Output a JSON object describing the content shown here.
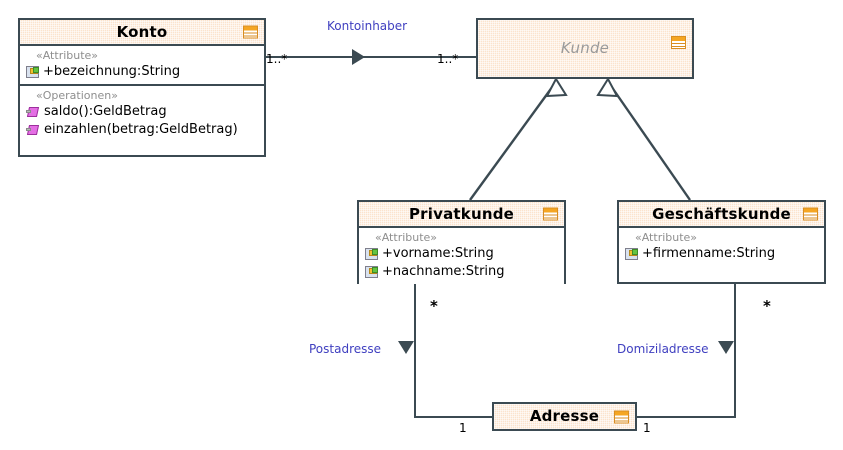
{
  "diagram": {
    "type": "uml-class-diagram",
    "language": "de",
    "title": "Konto / Kunde UML Klassendiagramm",
    "colors": {
      "class_header_fill": "#fbe3cd",
      "class_border": "#3b4a52",
      "class_body_fill": "#ffffff",
      "association_label": "#4040c0",
      "abstract_title": "#9a9a9a",
      "stereotype_text": "#8e8e8e",
      "background": "#ffffff"
    }
  },
  "classes": [
    {
      "id": "konto",
      "name": "Konto",
      "abstract": false,
      "icon": "class-table-icon",
      "sections": [
        {
          "stereotype": "«Attribute»",
          "members": [
            {
              "icon": "attribute-icon",
              "text": "+bezeichnung:String"
            }
          ]
        },
        {
          "stereotype": "«Operationen»",
          "members": [
            {
              "icon": "operation-icon",
              "text": "saldo():GeldBetrag"
            },
            {
              "icon": "operation-icon",
              "text": "einzahlen(betrag:GeldBetrag)"
            }
          ]
        }
      ]
    },
    {
      "id": "kunde",
      "name": "Kunde",
      "abstract": true,
      "icon": "class-table-icon",
      "sections": []
    },
    {
      "id": "privatkunde",
      "name": "Privatkunde",
      "abstract": false,
      "icon": "class-table-icon",
      "sections": [
        {
          "stereotype": "«Attribute»",
          "members": [
            {
              "icon": "attribute-icon",
              "text": "+vorname:String"
            },
            {
              "icon": "attribute-icon",
              "text": "+nachname:String"
            }
          ]
        }
      ]
    },
    {
      "id": "geschaeftskunde",
      "name": "Geschäftskunde",
      "abstract": false,
      "icon": "class-table-icon",
      "sections": [
        {
          "stereotype": "«Attribute»",
          "members": [
            {
              "icon": "attribute-icon",
              "text": "+firmenname:String"
            }
          ]
        }
      ]
    },
    {
      "id": "adresse",
      "name": "Adresse",
      "abstract": false,
      "icon": "class-table-icon",
      "sections": []
    }
  ],
  "associations": [
    {
      "id": "kontoinhaber",
      "label": "Kontoinhaber",
      "from": "Konto",
      "to": "Kunde",
      "source_multiplicity": "1..*",
      "target_multiplicity": "1..*",
      "navigation": "right"
    },
    {
      "id": "postadresse",
      "label": "Postadresse",
      "from": "Privatkunde",
      "to": "Adresse",
      "source_multiplicity": "*",
      "target_multiplicity": "1",
      "navigation": "down"
    },
    {
      "id": "domiziladresse",
      "label": "Domiziladresse",
      "from": "Geschäftskunde",
      "to": "Adresse",
      "source_multiplicity": "*",
      "target_multiplicity": "1",
      "navigation": "down"
    }
  ],
  "generalizations": [
    {
      "id": "privatkunde-kunde",
      "subclass": "Privatkunde",
      "superclass": "Kunde",
      "arrow": "hollow-triangle"
    },
    {
      "id": "geschaeftskunde-kunde",
      "subclass": "Geschäftskunde",
      "superclass": "Kunde",
      "arrow": "hollow-triangle"
    }
  ]
}
